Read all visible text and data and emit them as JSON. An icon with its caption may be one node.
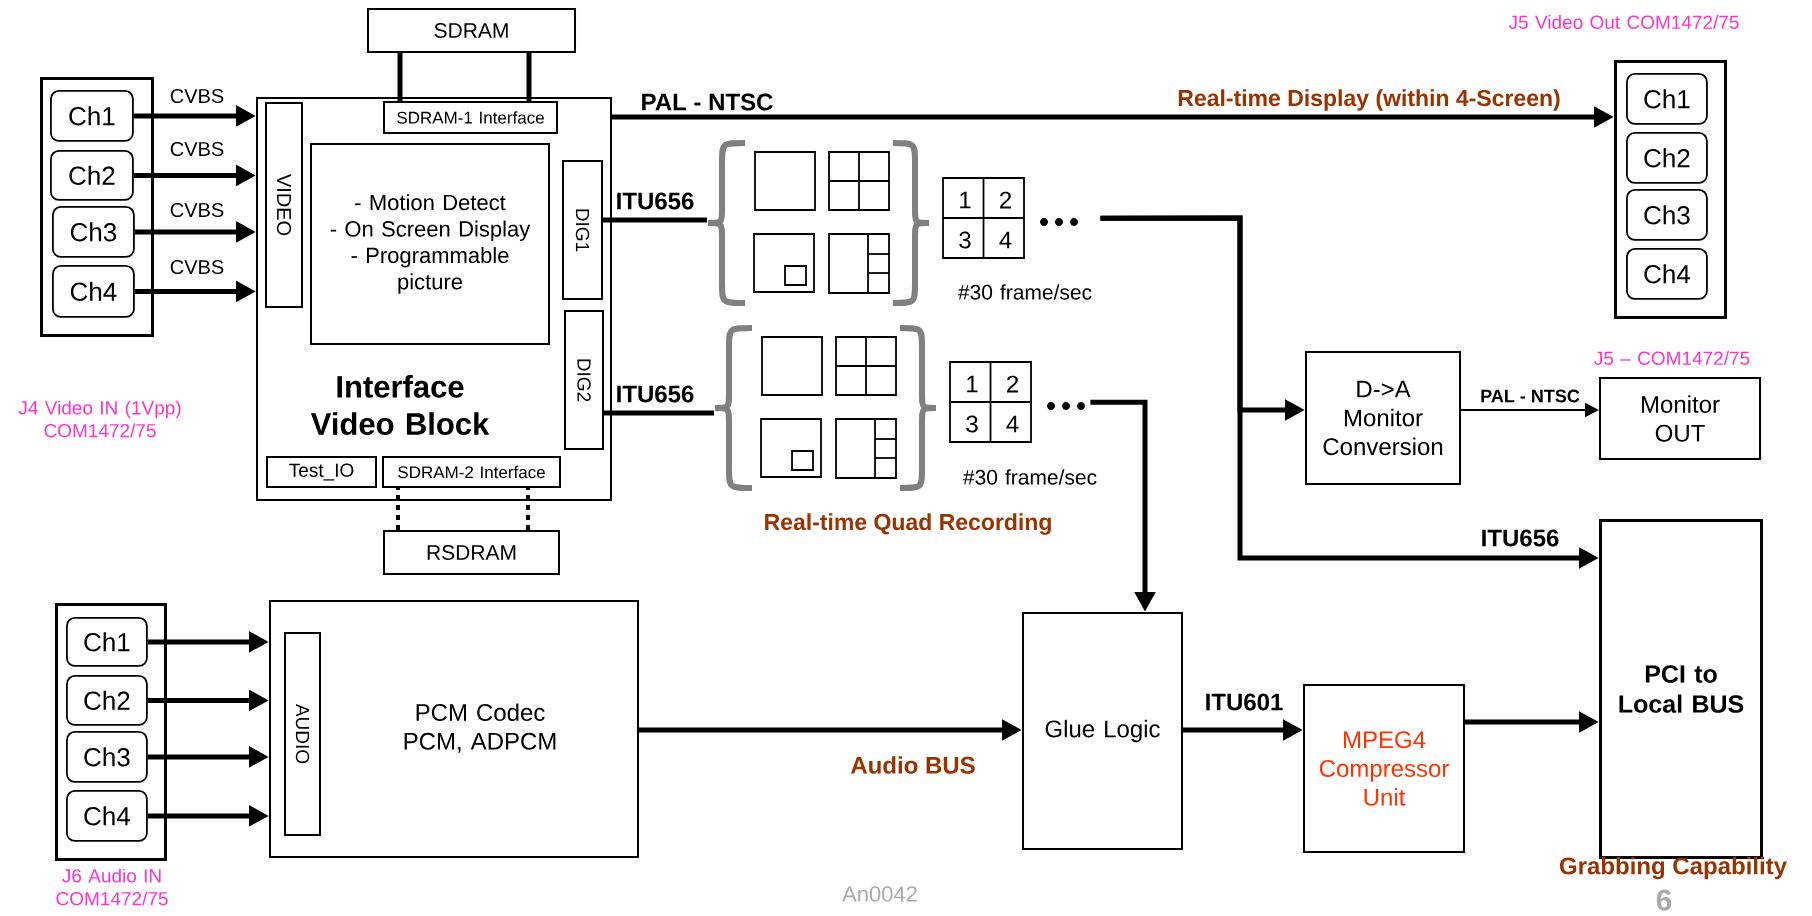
{
  "diagram": {
    "nodes": [
      {
        "text": [],
        "shape": "box",
        "beside": [
          "J4 Video IN (1Vpp) COM1472/75"
        ]
      },
      {
        "text": [
          "Ch1"
        ],
        "in": 0
      },
      {
        "text": [
          "Ch2"
        ],
        "in": 0
      },
      {
        "text": [
          "Ch3"
        ],
        "in": 0
      },
      {
        "text": [
          "Ch4"
        ],
        "in": 0
      },
      {
        "text": [
          "Interface Video Block"
        ]
      },
      {
        "text": [
          "SDRAM"
        ]
      },
      {
        "text": [
          "SDRAM-1 Interface"
        ],
        "in": 5
      },
      {
        "text": [
          "VIDEO"
        ],
        "in": 5
      },
      {
        "text": [
          "- Motion Detect",
          "- On Screen Display",
          "- Programmable picture"
        ],
        "in": 5
      },
      {
        "text": [
          "DIG1"
        ],
        "in": 5
      },
      {
        "text": [
          "DIG2"
        ],
        "in": 5
      },
      {
        "text": [
          "Test_IO"
        ],
        "in": 5
      },
      {
        "text": [
          "SDRAM-2 Interface"
        ],
        "in": 5
      },
      {
        "text": [
          "RSDRAM"
        ]
      },
      {
        "text": [],
        "shape": "picture"
      },
      {
        "text": [
          "1",
          "2",
          "3",
          "4"
        ],
        "beside": [
          "#30 frame/sec"
        ]
      },
      {
        "text": [],
        "shape": "picture"
      },
      {
        "text": [
          "1",
          "2",
          "3",
          "4"
        ],
        "beside": [
          "#30 frame/sec"
        ]
      },
      {
        "text": [],
        "shape": "box",
        "beside": [
          "J5 Video Out COM1472/75"
        ]
      },
      {
        "text": [
          "Ch1"
        ],
        "in": 19
      },
      {
        "text": [
          "Ch2"
        ],
        "in": 19
      },
      {
        "text": [
          "Ch3"
        ],
        "in": 19
      },
      {
        "text": [
          "Ch4"
        ],
        "in": 19
      },
      {
        "text": [
          "D->A Monitor Conversion"
        ]
      },
      {
        "text": [
          "Monitor OUT"
        ],
        "beside": [
          "J5 – COM1472/75"
        ]
      },
      {
        "text": [
          "PCI to Local BUS"
        ]
      },
      {
        "text": [
          "MPEG4 Compressor Unit"
        ]
      },
      {
        "text": [
          "Glue Logic"
        ]
      },
      {
        "text": [],
        "shape": "box",
        "beside": [
          "J6 Audio IN COM1472/75"
        ]
      },
      {
        "text": [
          "Ch1"
        ],
        "in": 29
      },
      {
        "text": [
          "Ch2"
        ],
        "in": 29
      },
      {
        "text": [
          "Ch3"
        ],
        "in": 29
      },
      {
        "text": [
          "Ch4"
        ],
        "in": 29
      },
      {
        "text": [
          "PCM Codec",
          "PCM, ADPCM"
        ]
      },
      {
        "text": [
          "AUDIO"
        ],
        "in": 34
      }
    ],
    "edges": [
      {
        "from": 6,
        "to": 7,
        "arrow": "none"
      },
      {
        "from": 6,
        "to": 7,
        "arrow": "none"
      },
      {
        "from": 14,
        "to": 13,
        "arrow": "none",
        "style": "dashed"
      },
      {
        "from": 14,
        "to": 13,
        "arrow": "none",
        "style": "dashed"
      },
      {
        "from": 1,
        "to": 5,
        "arrow": "to",
        "label": "CVBS"
      },
      {
        "from": 2,
        "to": 5,
        "arrow": "to",
        "label": "CVBS"
      },
      {
        "from": 3,
        "to": 5,
        "arrow": "to",
        "label": "CVBS"
      },
      {
        "from": 4,
        "to": 5,
        "arrow": "to",
        "label": "CVBS"
      },
      {
        "from": 5,
        "to": 19,
        "arrow": "to",
        "label": "PAL - NTSC"
      },
      {
        "from": 10,
        "to": 15,
        "arrow": "none",
        "label": "ITU656"
      },
      {
        "from": 11,
        "to": 17,
        "arrow": "none",
        "label": "ITU656"
      },
      {
        "from": 16,
        "to": 24,
        "arrow": "to"
      },
      {
        "from": 16,
        "to": 26,
        "arrow": "to",
        "label": "ITU656"
      },
      {
        "from": 18,
        "to": 28,
        "arrow": "to"
      },
      {
        "from": 24,
        "to": 25,
        "arrow": "to",
        "label": "PAL - NTSC"
      },
      {
        "from": 30,
        "to": 34,
        "arrow": "to"
      },
      {
        "from": 31,
        "to": 34,
        "arrow": "to"
      },
      {
        "from": 32,
        "to": 34,
        "arrow": "to"
      },
      {
        "from": 33,
        "to": 34,
        "arrow": "to"
      },
      {
        "from": 34,
        "to": 28,
        "arrow": "to",
        "label": "Audio BUS"
      },
      {
        "from": 28,
        "to": 27,
        "arrow": "to",
        "label": "ITU601"
      },
      {
        "from": 27,
        "to": 26,
        "arrow": "to"
      }
    ],
    "labels": [
      "Real-time Display (within 4-Screen)",
      "Real-time Quad Recording",
      "Grabbing Capability",
      "An0042",
      "6"
    ]
  }
}
